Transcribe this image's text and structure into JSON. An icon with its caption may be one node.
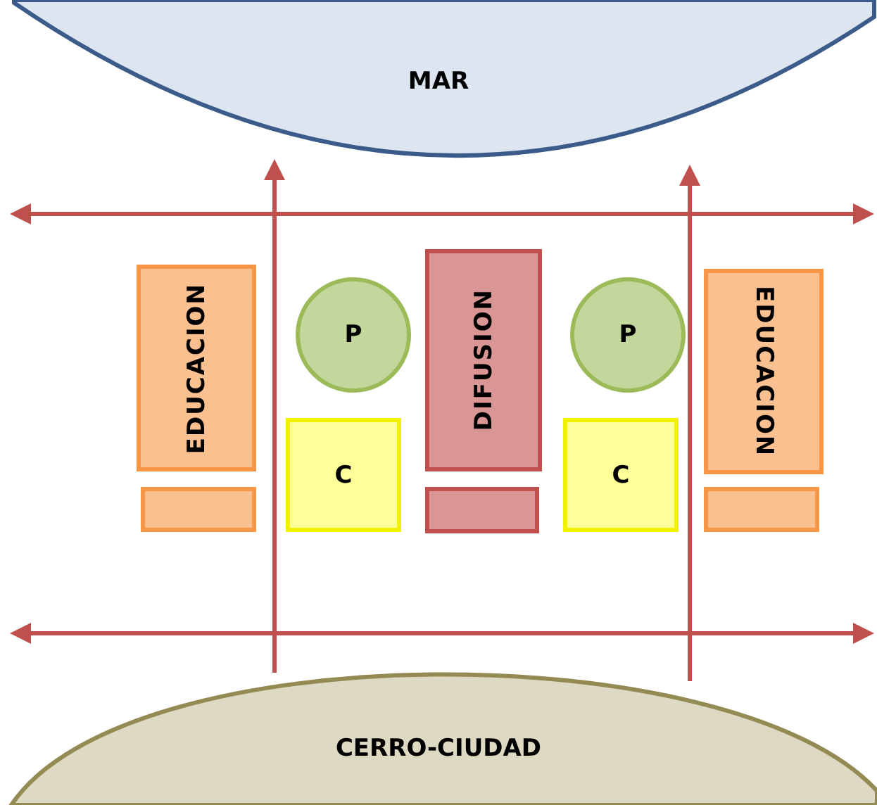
{
  "diagram": {
    "nodes": [
      {
        "text": [
          "MAR"
        ]
      },
      {
        "text": [
          "EDUCACION"
        ]
      },
      {
        "text": [
          "P"
        ]
      },
      {
        "text": [
          "DIFUSION"
        ]
      },
      {
        "text": [
          "P"
        ]
      },
      {
        "text": [
          "EDUCACION"
        ]
      },
      {
        "text": [
          "C"
        ]
      },
      {
        "text": [
          "C"
        ]
      },
      {
        "text": [],
        "shape": "box"
      },
      {
        "text": [],
        "shape": "box"
      },
      {
        "text": [],
        "shape": "box"
      },
      {
        "text": [
          "CERRO-CIUDAD"
        ]
      }
    ]
  }
}
